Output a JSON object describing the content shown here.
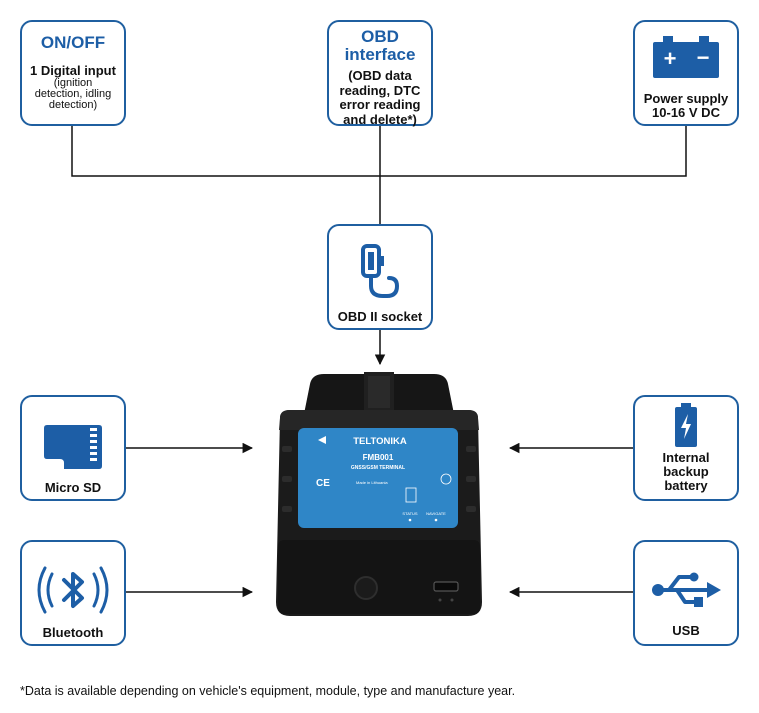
{
  "onoff": {
    "title": "ON/OFF",
    "label": "1 Digital input",
    "sub_line1": "(ignition",
    "sub_line2": "detection, idling",
    "sub_line3": "detection)"
  },
  "obd_interface": {
    "title_line1": "OBD",
    "title_line2": "interface",
    "desc_line1": "(OBD data",
    "desc_line2": "reading, DTC",
    "desc_line3": "error reading",
    "desc_line4": "and delete*)"
  },
  "power": {
    "label_line1": "Power supply",
    "label_line2": "10-16 V DC",
    "battery_plus": "+",
    "battery_minus": "−"
  },
  "socket": {
    "label": "OBD II socket"
  },
  "microsd": {
    "label": "Micro SD"
  },
  "bluetooth": {
    "label": "Bluetooth"
  },
  "battery": {
    "label_line1": "Internal",
    "label_line2": "backup",
    "label_line3": "battery"
  },
  "usb": {
    "label": "USB"
  },
  "device": {
    "brand": "TELTONIKA",
    "model": "FMB001",
    "subtitle": "GNSS/GSM TERMINAL",
    "ce": "CE",
    "made_in": "Made in Lithuania",
    "status": "STATUS",
    "navigate": "NAVIGATE"
  },
  "footnote": "*Data is available depending on vehicle's equipment, module, type and manufacture year.",
  "colors": {
    "accent": "#1d5ea6",
    "border": "#1f5fa0",
    "device_label": "#2f86c7"
  }
}
